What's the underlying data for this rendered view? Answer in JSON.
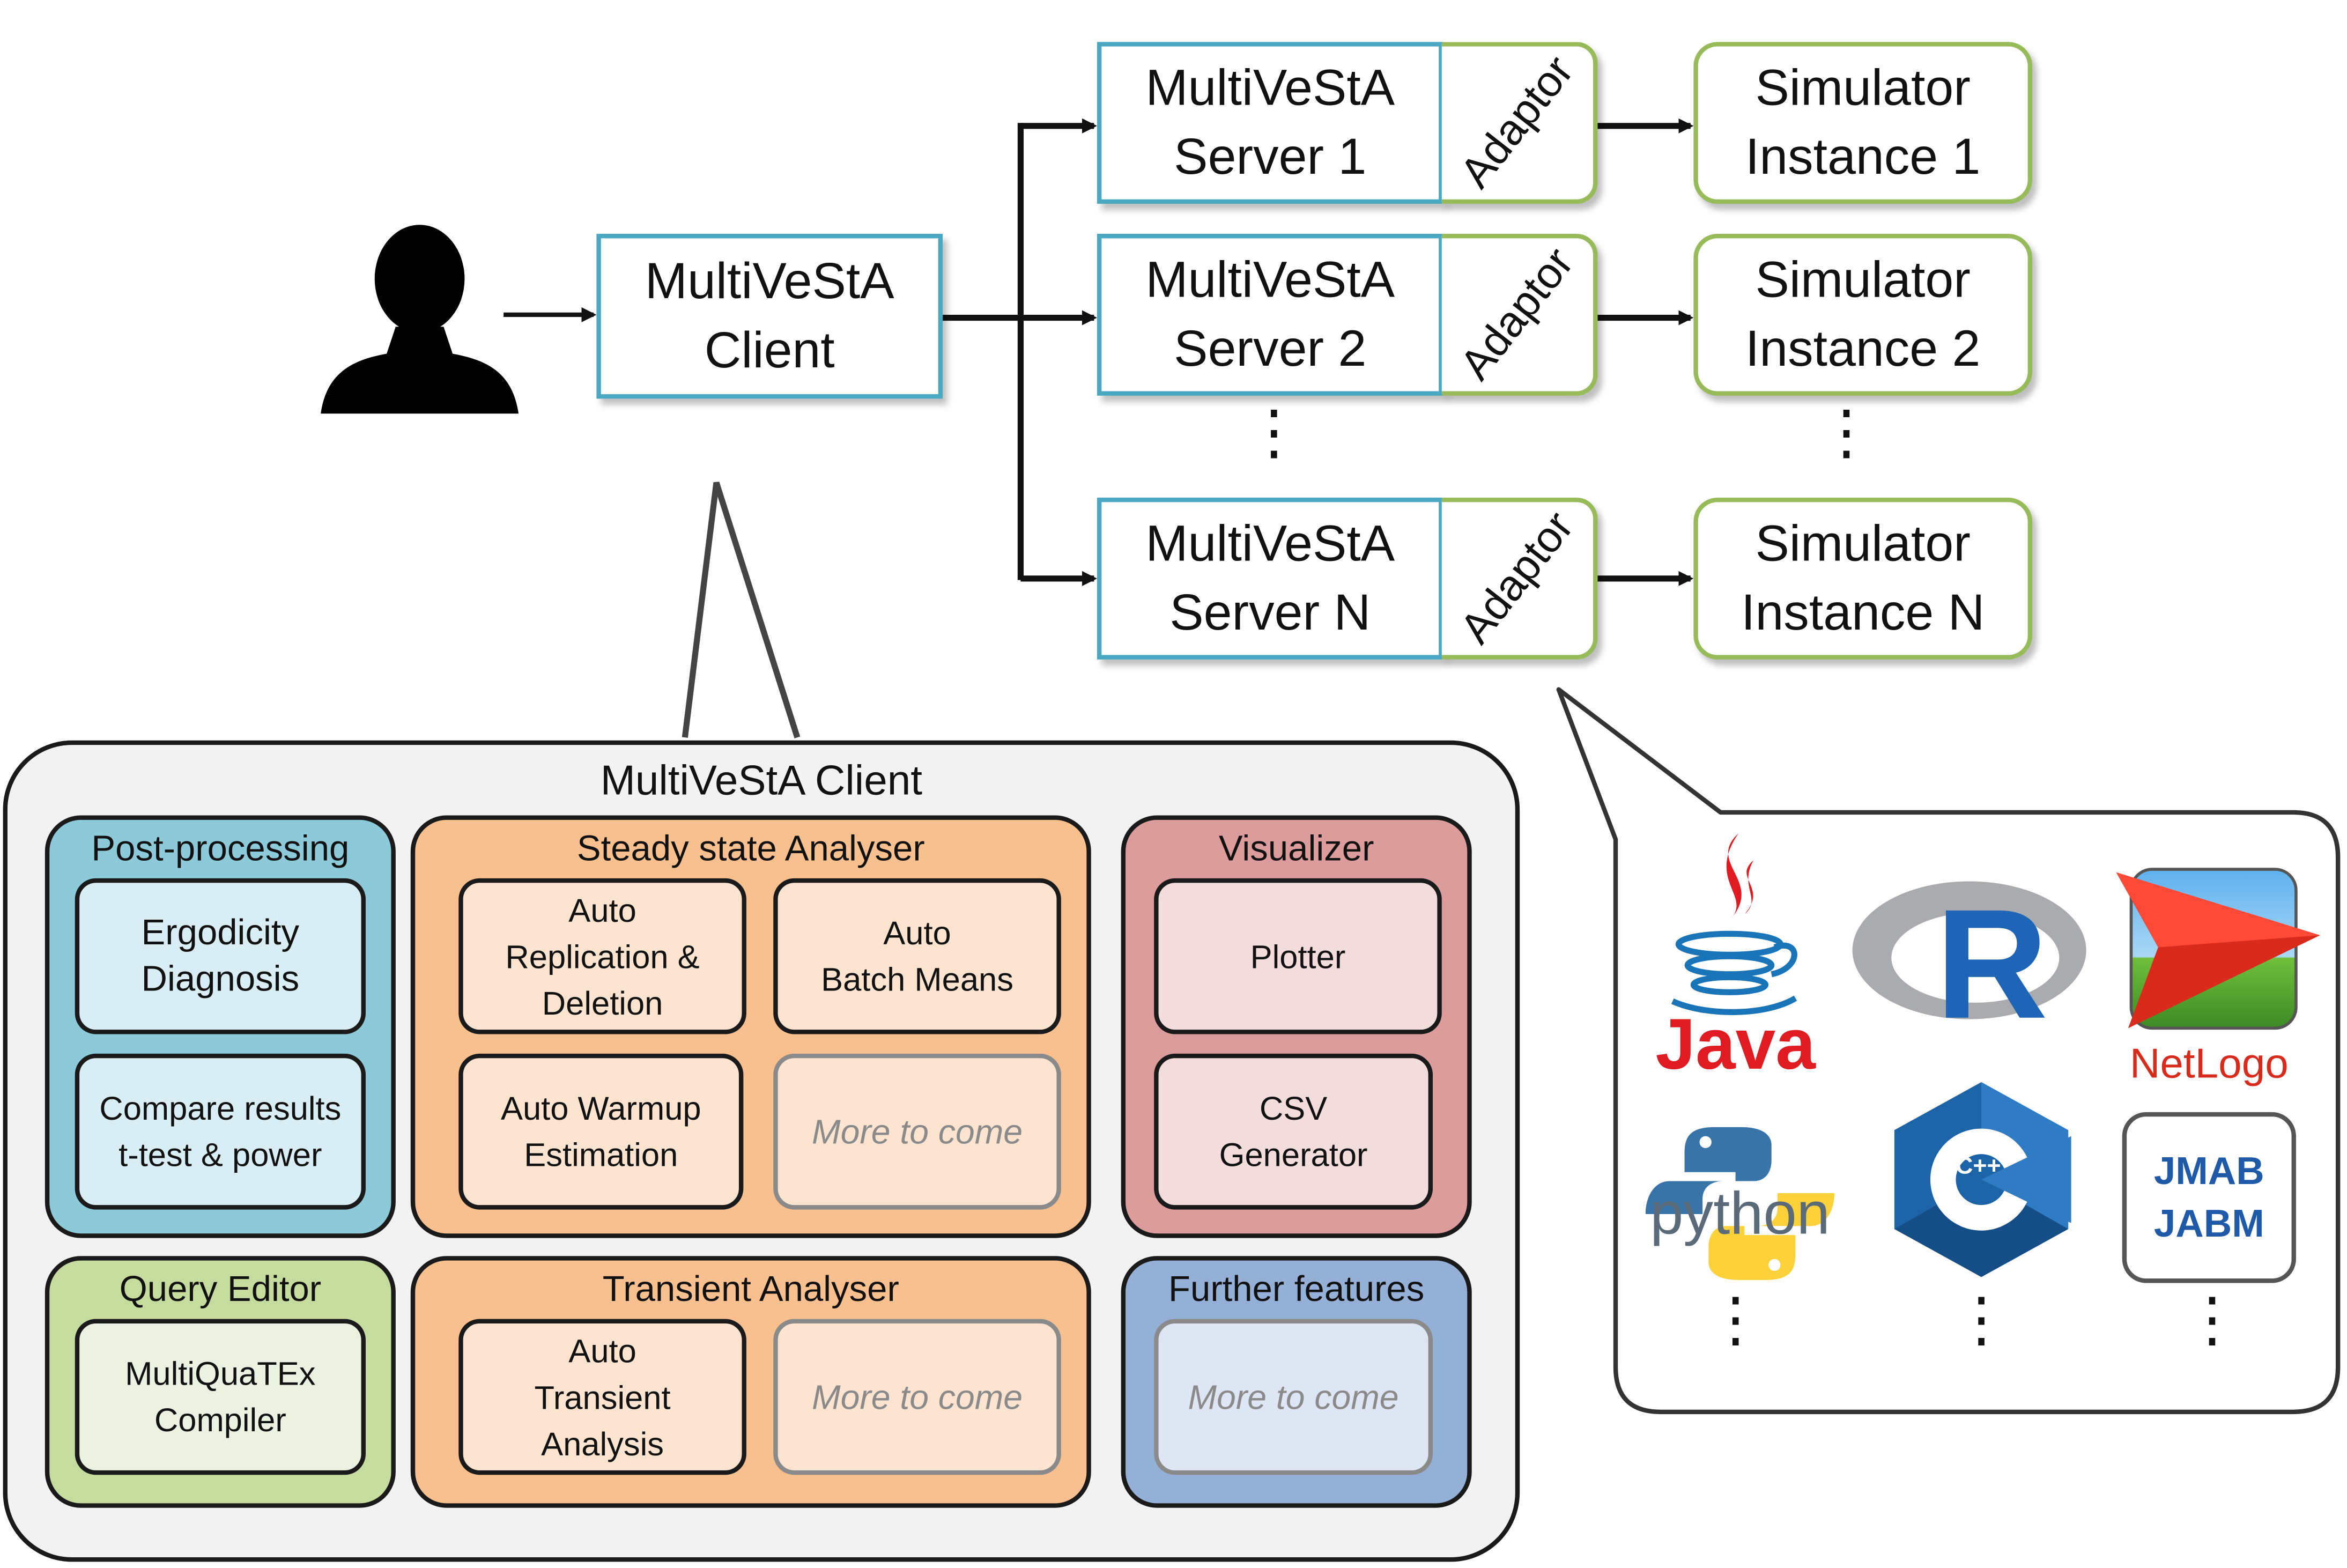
{
  "colors": {
    "server_border": "#4aa8c2",
    "simulator_border": "#96bb58",
    "postprocessing_fill": "#8cc9d9",
    "postprocessing_inner": "#d9eef4",
    "steady_fill": "#f9c08f",
    "steady_inner": "#fce4d0",
    "visualizer_fill": "#dc9c9c",
    "visualizer_inner": "#f3dcdc",
    "query_fill": "#c6dc9e",
    "query_inner": "#ecf2e2",
    "further_fill": "#94b0d6",
    "further_inner": "#dde6f2",
    "java_red": "#e01b22",
    "java_blue": "#1a74b8",
    "r_blue": "#1f65b7",
    "netlogo_red": "#d92b1c",
    "cpp_blue": "#1d63a8",
    "jmab_blue": "#1f5aa8"
  },
  "user": {
    "icon": "user-silhouette-icon"
  },
  "client": {
    "label": "MultiVeStA\nClient"
  },
  "servers": [
    {
      "label": "MultiVeStA\nServer 1",
      "adaptor": "Adaptor"
    },
    {
      "label": "MultiVeStA\nServer 2",
      "adaptor": "Adaptor"
    },
    {
      "label": "MultiVeStA\nServer N",
      "adaptor": "Adaptor"
    }
  ],
  "simulators": [
    {
      "label": "Simulator\nInstance 1"
    },
    {
      "label": "Simulator\nInstance 2"
    },
    {
      "label": "Simulator\nInstance N"
    }
  ],
  "ellipsis": "⋮",
  "client_panel": {
    "title": "MultiVeStA Client",
    "post_processing": {
      "title": "Post-processing",
      "items": [
        "Ergodicity\nDiagnosis",
        "Compare results\nt-test & power"
      ]
    },
    "steady_state": {
      "title": "Steady state  Analyser",
      "items": [
        "Auto\nReplication &\nDeletion",
        "Auto\nBatch Means",
        "Auto Warmup\nEstimation",
        "More to come"
      ]
    },
    "visualizer": {
      "title": "Visualizer",
      "items": [
        "Plotter",
        "CSV\nGenerator"
      ]
    },
    "query_editor": {
      "title": "Query Editor",
      "items": [
        "MultiQuaTEx\nCompiler"
      ]
    },
    "transient": {
      "title": "Transient Analyser",
      "items": [
        "Auto\nTransient\nAnalysis",
        "More to come"
      ]
    },
    "further": {
      "title": "Further features",
      "items": [
        "More to come"
      ]
    }
  },
  "languages": [
    {
      "name": "Java",
      "icon": "java-logo-icon"
    },
    {
      "name": "R",
      "icon": "r-logo-icon"
    },
    {
      "name": "NetLogo",
      "icon": "netlogo-logo-icon"
    },
    {
      "name": "python",
      "icon": "python-logo-icon"
    },
    {
      "name": "C++",
      "icon": "cpp-logo-icon"
    },
    {
      "name": "JMAB\nJABM",
      "icon": "jmab-jabm-logo-icon"
    }
  ]
}
